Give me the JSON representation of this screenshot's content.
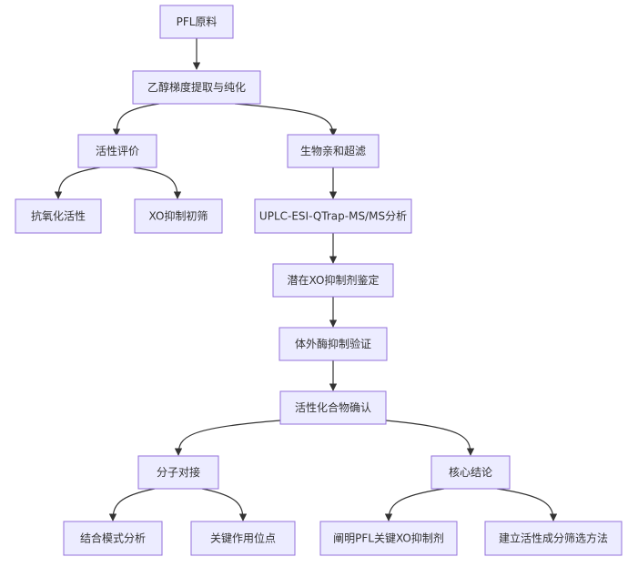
{
  "colors": {
    "node_fill": "#ECECFF",
    "node_stroke": "#9370DB",
    "edge": "#333333",
    "text": "#333333"
  },
  "nodes": {
    "n1": "PFL原料",
    "n2": "乙醇梯度提取与纯化",
    "n3": "活性评价",
    "n4": "生物亲和超滤",
    "n5": "抗氧化活性",
    "n6": "XO抑制初筛",
    "n7": "UPLC-ESI-QTrap-MS/MS分析",
    "n8": "潜在XO抑制剂鉴定",
    "n9": "体外酶抑制验证",
    "n10": "活性化合物确认",
    "n11": "分子对接",
    "n12": "核心结论",
    "n13": "结合模式分析",
    "n14": "关键作用位点",
    "n15": "阐明PFL关键XO抑制剂",
    "n16": "建立活性成分筛选方法"
  },
  "edges": [
    [
      "n1",
      "n2"
    ],
    [
      "n2",
      "n3"
    ],
    [
      "n2",
      "n4"
    ],
    [
      "n3",
      "n5"
    ],
    [
      "n3",
      "n6"
    ],
    [
      "n4",
      "n7"
    ],
    [
      "n7",
      "n8"
    ],
    [
      "n8",
      "n9"
    ],
    [
      "n9",
      "n10"
    ],
    [
      "n10",
      "n11"
    ],
    [
      "n10",
      "n12"
    ],
    [
      "n11",
      "n13"
    ],
    [
      "n11",
      "n14"
    ],
    [
      "n12",
      "n15"
    ],
    [
      "n12",
      "n16"
    ]
  ]
}
